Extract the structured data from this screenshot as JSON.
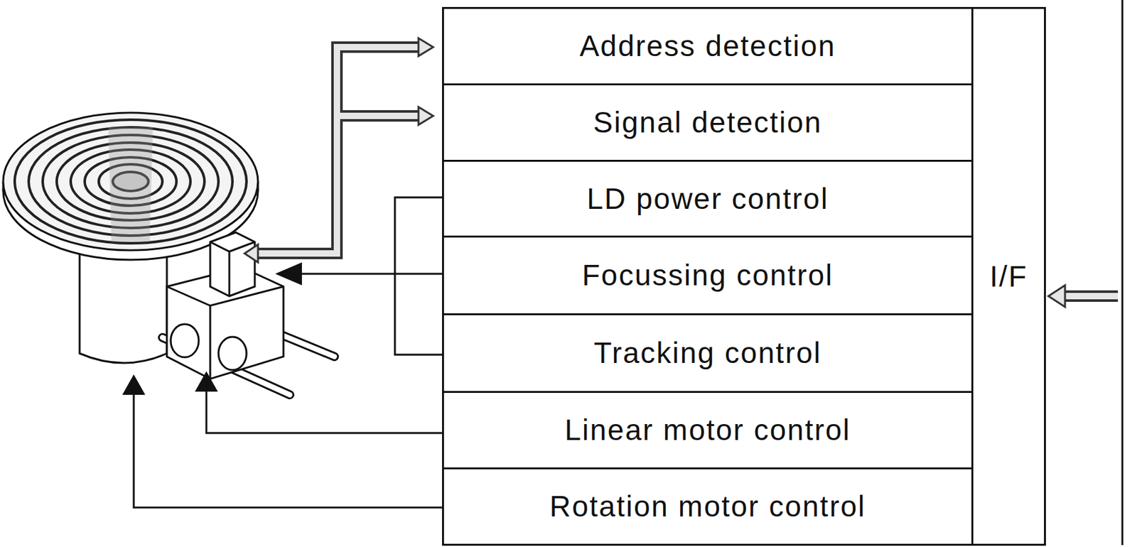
{
  "diagram": {
    "nodes": [
      {
        "text": [
          "Address detection"
        ]
      },
      {
        "text": [
          "Signal detection"
        ]
      },
      {
        "text": [
          "LD power control"
        ]
      },
      {
        "text": [
          "Focussing control"
        ]
      },
      {
        "text": [
          "Tracking control"
        ]
      },
      {
        "text": [
          "Linear motor control"
        ]
      },
      {
        "text": [
          "Rotation motor control"
        ]
      },
      {
        "text": [
          "I/F"
        ]
      }
    ]
  }
}
